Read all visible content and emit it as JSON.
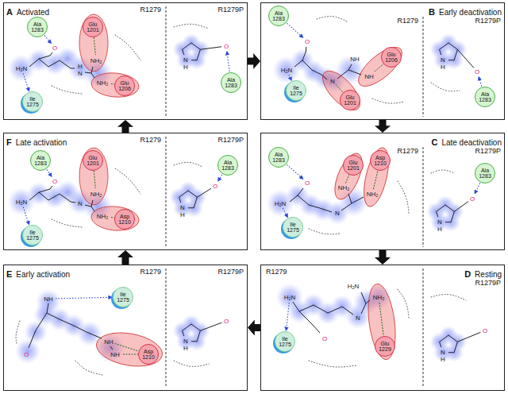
{
  "diagram": {
    "nodes": [
      {
        "text": [
          "A",
          "Activated",
          "R1279",
          "R1279P"
        ]
      },
      {
        "text": [
          "Ala 1283"
        ],
        "in": 0
      },
      {
        "text": [
          "Glu 1201"
        ],
        "in": 0
      },
      {
        "text": [
          "Glu 1206"
        ],
        "in": 0
      },
      {
        "text": [
          "Ile 1275"
        ],
        "in": 0
      },
      {
        "text": [
          "Ala 1283"
        ],
        "in": 0
      },
      {
        "text": [
          "B",
          "Early deactivation",
          "R1279",
          "R1279P"
        ]
      },
      {
        "text": [
          "Ala 1283"
        ],
        "in": 6
      },
      {
        "text": [
          "Glu 1206"
        ],
        "in": 6
      },
      {
        "text": [
          "Ile 1275"
        ],
        "in": 6
      },
      {
        "text": [
          "Glu 1201"
        ],
        "in": 6
      },
      {
        "text": [
          "Ala 1283"
        ],
        "in": 6
      },
      {
        "text": [
          "F",
          "Late activation",
          "R1279",
          "R1279P"
        ]
      },
      {
        "text": [
          "Ala 1283"
        ],
        "in": 12
      },
      {
        "text": [
          "Glu 1201"
        ],
        "in": 12
      },
      {
        "text": [
          "Asp 1210"
        ],
        "in": 12
      },
      {
        "text": [
          "Ile 1275"
        ],
        "in": 12
      },
      {
        "text": [
          "Ala 1283"
        ],
        "in": 12
      },
      {
        "text": [
          "C",
          "Late deactivation",
          "R1279",
          "R1279P"
        ]
      },
      {
        "text": [
          "Ala 1283"
        ],
        "in": 18
      },
      {
        "text": [
          "Asp 1210"
        ],
        "in": 18
      },
      {
        "text": [
          "Glu 1201"
        ],
        "in": 18
      },
      {
        "text": [
          "Ile 1275"
        ],
        "in": 18
      },
      {
        "text": [
          "Ala 1283"
        ],
        "in": 18
      },
      {
        "text": [
          "E",
          "Early activation",
          "R1279",
          "R1279P"
        ]
      },
      {
        "text": [
          "Ile 1275"
        ],
        "in": 24
      },
      {
        "text": [
          "Asp 1210"
        ],
        "in": 24
      },
      {
        "text": [
          "D",
          "Resting",
          "R1279",
          "R1279P"
        ]
      },
      {
        "text": [
          "Ile 1275"
        ],
        "in": 27
      },
      {
        "text": [
          "Glu 1229"
        ],
        "in": 27
      }
    ],
    "edges": [
      {
        "from": 0,
        "to": 6,
        "arrow": "to"
      },
      {
        "from": 6,
        "to": 18,
        "arrow": "to"
      },
      {
        "from": 18,
        "to": 27,
        "arrow": "to"
      },
      {
        "from": 27,
        "to": 24,
        "arrow": "to"
      },
      {
        "from": 24,
        "to": 12,
        "arrow": "to"
      },
      {
        "from": 12,
        "to": 0,
        "arrow": "to"
      }
    ],
    "labels": [
      "O",
      "H₂N",
      "H N",
      "NH₂",
      "NH₂",
      "N H",
      "O",
      "O",
      "H₂N",
      "N",
      "NH",
      "NH",
      "N H",
      "O",
      "O",
      "H₂N",
      "N",
      "NH₂",
      "NH₂",
      "N H",
      "O",
      "O",
      "H₂N",
      "N",
      "NH₂",
      "NH₂",
      "N H",
      "O",
      "NH",
      "O",
      "NH",
      "NH",
      "N H",
      "O",
      "H₂N",
      "O",
      "N",
      "H₂N",
      "NH₂",
      "N H",
      "O"
    ]
  }
}
